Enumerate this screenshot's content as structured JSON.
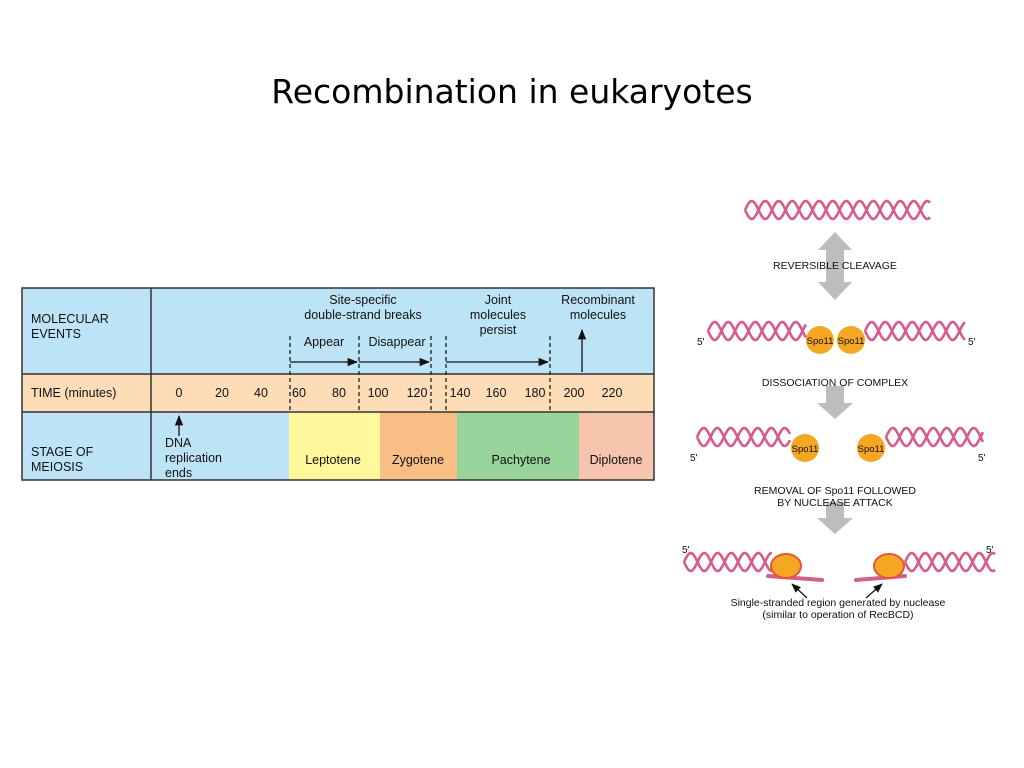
{
  "slide": {
    "title": "Recombination in eukaryotes"
  },
  "table": {
    "rows": {
      "molecular_events": [
        "MOLECULAR",
        "EVENTS"
      ],
      "time": "TIME (minutes)",
      "stage": [
        "STAGE OF",
        "MEIOSIS"
      ]
    },
    "events": {
      "dsb": [
        "Site-specific",
        "double-strand breaks"
      ],
      "appear": "Appear",
      "disappear": "Disappear",
      "joint": [
        "Joint",
        "molecules",
        "persist"
      ],
      "recombinant": [
        "Recombinant",
        "molecules"
      ]
    },
    "times": [
      "0",
      "20",
      "40",
      "60",
      "80",
      "100",
      "120",
      "140",
      "160",
      "180",
      "200",
      "220"
    ],
    "dna_replication": [
      "DNA",
      "replication",
      "ends"
    ],
    "stages": [
      {
        "label": "Leptotene",
        "color": "#FFF799"
      },
      {
        "label": "Zygotene",
        "color": "#F9BE86"
      },
      {
        "label": "Pachytene",
        "color": "#99D59A"
      },
      {
        "label": "Diplotene",
        "color": "#F7C4AE"
      }
    ],
    "colors": {
      "blue": "#BDE4F6",
      "peach": "#FCDDB7",
      "border": "#333333"
    }
  },
  "pathway": {
    "step1": "REVERSIBLE CLEAVAGE",
    "step2": "DISSOCIATION OF COMPLEX",
    "step3": [
      "REMOVAL OF Spo11 FOLLOWED",
      "BY NUCLEASE ATTACK"
    ],
    "spo11": "Spo11",
    "five_prime": "5'",
    "caption": [
      "Single-stranded region generated by nuclease",
      "(similar to operation of RecBCD)"
    ],
    "colors": {
      "dna": "#D65C8E",
      "protein": "#F5A623",
      "arrow": "#BDBDBD"
    }
  }
}
